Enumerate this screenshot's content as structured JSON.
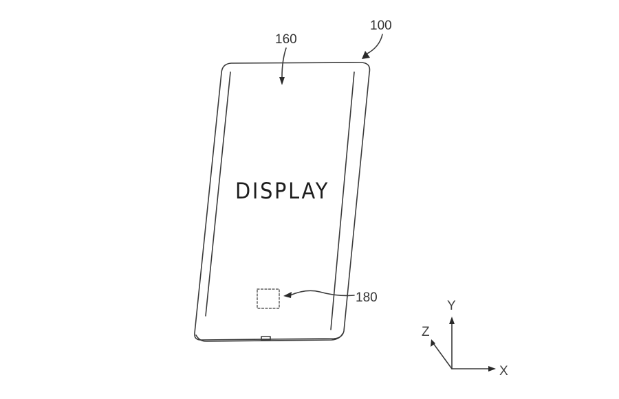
{
  "figure": {
    "type": "patent-drawing",
    "subject": "electronic device with display",
    "reference_numerals": {
      "device": "100",
      "display": "160",
      "sensor_region": "180"
    },
    "display_label": "DISPLAY",
    "axes": {
      "x": "X",
      "y": "Y",
      "z": "Z"
    },
    "colors": {
      "background": "#ffffff",
      "line": "#3a3a3a"
    }
  }
}
